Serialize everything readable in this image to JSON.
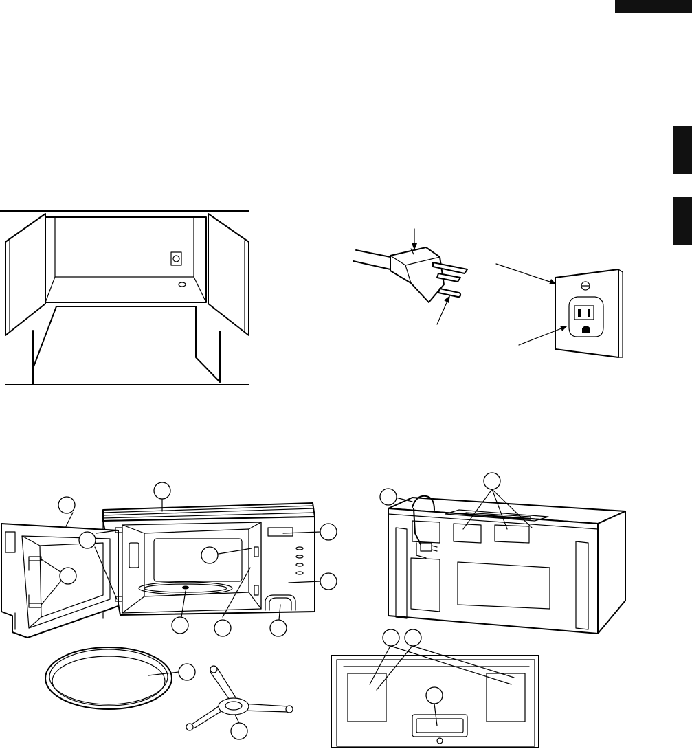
{
  "colors": {
    "ink": "#000000",
    "tab": "#111111",
    "background": "#ffffff"
  },
  "figures": [
    {
      "name": "cabinet-with-outlet"
    },
    {
      "name": "grounded-plug-and-outlet"
    },
    {
      "name": "microwave-front-door-open"
    },
    {
      "name": "turntable-tray"
    },
    {
      "name": "turntable-support"
    },
    {
      "name": "microwave-rear-view"
    },
    {
      "name": "microwave-bottom-view"
    }
  ],
  "callout_count": 18
}
